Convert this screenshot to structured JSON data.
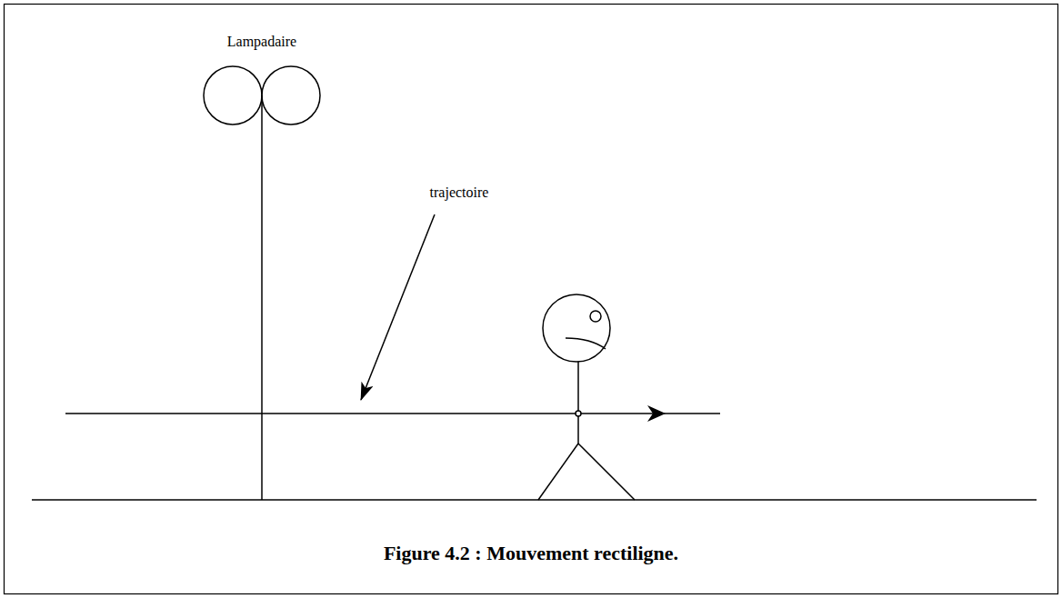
{
  "diagram": {
    "caption": "Figure 4.2 : Mouvement rectiligne.",
    "labels": [
      "Lampadaire",
      "trajectoire"
    ]
  }
}
